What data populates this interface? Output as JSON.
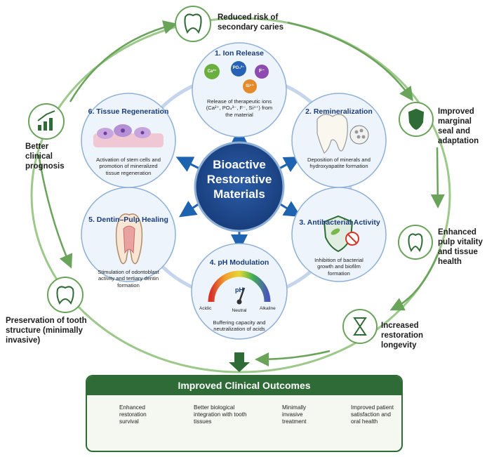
{
  "center": {
    "line1": "Bioactive",
    "line2": "Restorative",
    "line3": "Materials"
  },
  "nodes": [
    {
      "title": "1. Ion Release",
      "desc": "Release of therapeutic ions (Ca²⁺, PO₄³⁻, F⁻, Si⁴⁺) from the material"
    },
    {
      "title": "2. Remineralization",
      "desc": "Deposition of minerals and hydroxyapatite formation"
    },
    {
      "title": "3. Antibacterial Activity",
      "desc": "Inhibition of bacterial growth and biofilm formation"
    },
    {
      "title": "4. pH Modulation",
      "desc": "Buffering capacity and neutralization of acids"
    },
    {
      "title": "5. Dentin–Pulp Healing",
      "desc": "Stimulation of odontoblast activity and tertiary dentin formation"
    },
    {
      "title": "6. Tissue Regeneration",
      "desc": "Activation of stem cells and promotion of mineralized tissue regeneration"
    }
  ],
  "ions": {
    "ca": "Ca²⁺",
    "po4": "PO₄³⁻",
    "f": "F⁻",
    "si": "Si⁴⁺"
  },
  "ph_scale": {
    "label": "pH",
    "acidic": "Acidic",
    "neutral": "Neutral",
    "alkaline": "Alkaline"
  },
  "outer_benefits": {
    "top": "Reduced risk of secondary caries",
    "right1": "Improved marginal seal and adaptation",
    "right2": "Enhanced pulp vitality and tissue health",
    "right3": "Increased restoration longevity",
    "left1": "Better clinical prognosis",
    "left2": "Preservation of tooth structure (minimally invasive)"
  },
  "outcomes": {
    "title": "Improved Clinical Outcomes",
    "items": [
      {
        "label": "Enhanced restoration survival",
        "icon": "shield-icon"
      },
      {
        "label": "Better biological integration with tooth tissues",
        "icon": "tooth-check-icon"
      },
      {
        "label": "Minimally invasive treatment",
        "icon": "leaf-icon"
      },
      {
        "label": "Improved patient satisfaction and oral health",
        "icon": "people-icon"
      }
    ]
  },
  "colors": {
    "navy": "#1a3d7c",
    "green": "#2f6b36",
    "light_green": "#8cbf7a",
    "node_fill": "#eef4fb",
    "node_stroke": "#8fb0d6"
  }
}
